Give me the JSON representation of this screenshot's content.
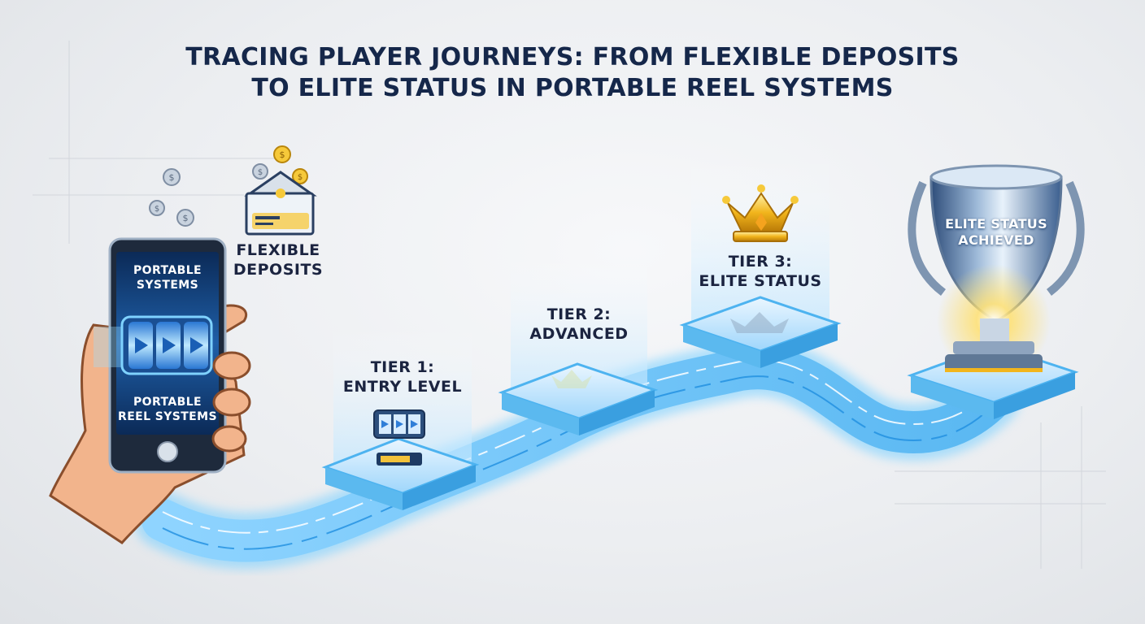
{
  "title": {
    "line1": "TRACING PLAYER JOURNEYS: FROM FLEXIBLE DEPOSITS",
    "line2": "TO ELITE STATUS IN PORTABLE REEL SYSTEMS"
  },
  "phone": {
    "top_line1": "PORTABLE",
    "top_line2": "SYSTEMS",
    "bottom_line1": "PORTABLE",
    "bottom_line2": "REEL SYSTEMS"
  },
  "deposits": {
    "line1": "FLEXIBLE",
    "line2": "DEPOSITS"
  },
  "tiers": [
    {
      "line1": "TIER 1:",
      "line2": "ENTRY LEVEL"
    },
    {
      "line1": "TIER 2:",
      "line2": "ADVANCED"
    },
    {
      "line1": "TIER 3:",
      "line2": "ELITE STATUS"
    }
  ],
  "trophy": {
    "line1": "ELITE STATUS",
    "line2": "ACHIEVED"
  },
  "icons": [
    "hand-icon",
    "smartphone-icon",
    "slot-reel-icon",
    "coin-icon",
    "wallet-card-icon",
    "slot-machine-icon",
    "crown-icon",
    "trophy-icon"
  ],
  "colors": {
    "title": "#15274a",
    "path_glow": "#4fc3ff",
    "platform": "#cfe9ff",
    "gold": "#f2b51c"
  }
}
